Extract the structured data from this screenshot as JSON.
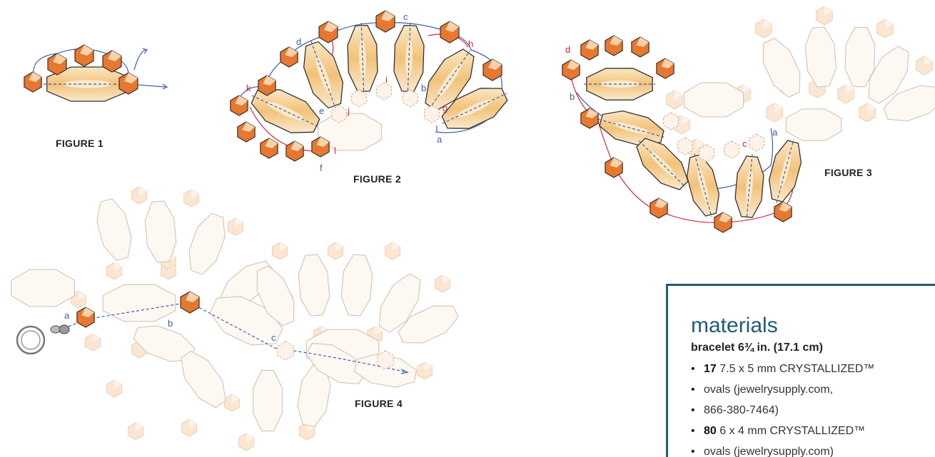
{
  "figures": {
    "fig1": "FIGURE 1",
    "fig2": "FIGURE 2",
    "fig3": "FIGURE 3",
    "fig4": "FIGURE 4"
  },
  "step_labels": {
    "fig2": [
      "a",
      "b",
      "c",
      "d",
      "e",
      "f",
      "g",
      "h",
      "i",
      "j",
      "k",
      "l"
    ],
    "fig3": [
      "a",
      "b",
      "c",
      "d"
    ],
    "fig4": [
      "a",
      "b",
      "c"
    ]
  },
  "colors": {
    "rondelle_fill": "#e8772f",
    "rondelle_light": "#f6d7b8",
    "oval_fill": "#f6d7a0",
    "oval_ghost": "#ead8c6",
    "thread_blue": "#3b5fa8",
    "thread_red": "#d0283a",
    "box_accent": "#1f5c74"
  },
  "materials": {
    "heading": "materials",
    "subheading": "bracelet 6¾ in. (17.1 cm)",
    "items": [
      {
        "qty": "17",
        "line1": " 7.5 x 5 mm CRYSTALLIZED™",
        "line2": "ovals (jewelrysupply.com,",
        "line3": "866-380-7464)"
      },
      {
        "qty": "80",
        "line1": " 6 x 4 mm CRYSTALLIZED™",
        "line2": "ovals (jewelrysupply.com)"
      }
    ]
  }
}
